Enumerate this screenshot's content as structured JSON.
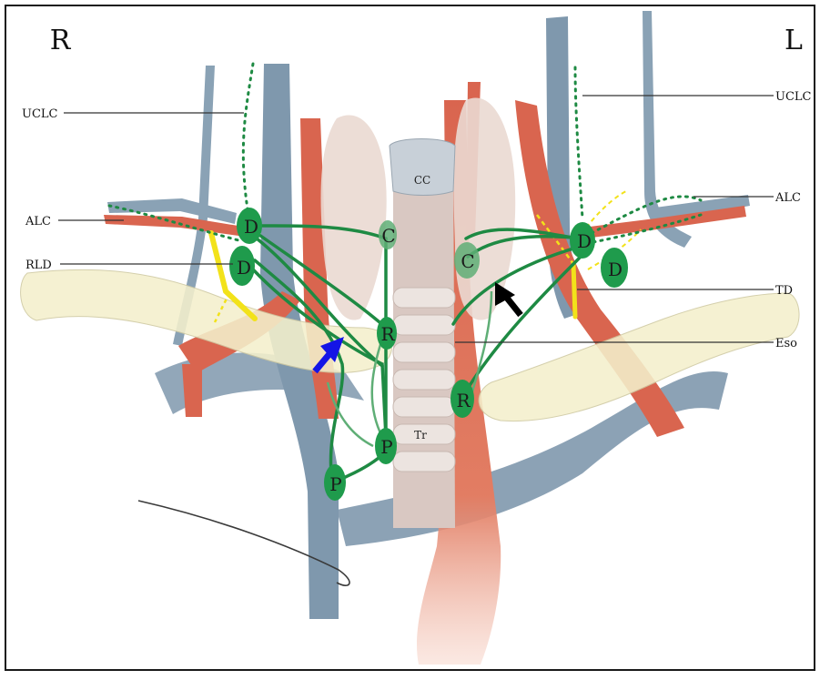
{
  "sides": {
    "right": "R",
    "left": "L"
  },
  "labels": {
    "uclc_right": "UCLC",
    "alc_right": "ALC",
    "rld": "RLD",
    "uclc_left": "UCLC",
    "alc_left": "ALC",
    "td": "TD",
    "eso": "Eso"
  },
  "structures": {
    "cc": "CC",
    "tr": "Tr"
  },
  "nodes": {
    "d_right_upper": "D",
    "d_right_lower": "D",
    "c_right": "C",
    "r_right": "R",
    "p_right_upper": "P",
    "p_right_lower": "P",
    "c_left": "C",
    "d_left_inner": "D",
    "d_left_outer": "D",
    "r_left": "R"
  },
  "colors": {
    "vein": "#7f98ad",
    "artery": "#d9654f",
    "lymph_node": "#1f9b4c",
    "lymph_path": "#1e8a43",
    "duct": "#f2e21a",
    "thyroid": "#ead9d2",
    "clavicle": "#f4f0cc",
    "trachea": "#d9c8c2",
    "arrow_blue": "#1414e6",
    "arrow_black": "#000000"
  }
}
